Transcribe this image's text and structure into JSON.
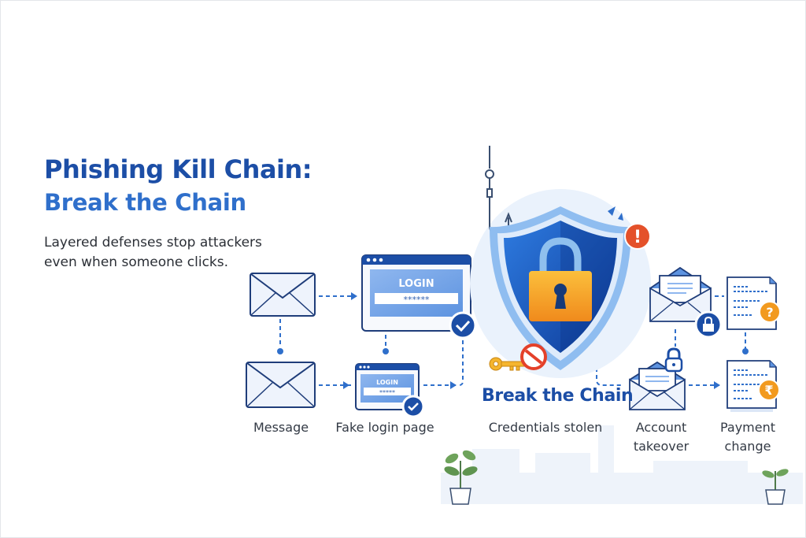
{
  "header": {
    "title": "Phishing Kill Chain:",
    "subtitle": "Break the Chain",
    "description_line1": "Layered defenses stop attackers",
    "description_line2": "even when someone clicks."
  },
  "diagram": {
    "center_label": "Break the Chain",
    "login_text": "LOGIN",
    "password_mask_large": "******",
    "password_mask_small": "*****",
    "stages": [
      {
        "label": "Message"
      },
      {
        "label": "Fake login page"
      },
      {
        "label": "Credentials stolen"
      },
      {
        "label_line1": "Account",
        "label_line2": "takeover"
      },
      {
        "label_line1": "Payment",
        "label_line2": "change"
      }
    ],
    "badges": {
      "alert": "!",
      "question": "?",
      "currency": "₹"
    }
  },
  "colors": {
    "primary": "#1c4ea6",
    "accent": "#2f6fcb",
    "alert": "#e4512a",
    "warning": "#f29a1f",
    "lock": "#f5a623"
  }
}
